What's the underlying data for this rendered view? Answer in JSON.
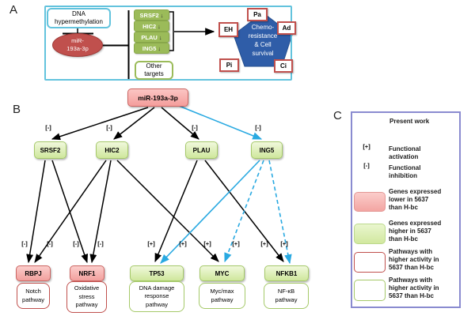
{
  "figure": {
    "panelA": {
      "label": "A",
      "dna_box": {
        "line1": "DNA",
        "line2": "hypermethylation"
      },
      "mirna": {
        "line1": "miR-",
        "line2": "193a-3p"
      },
      "targets": [
        {
          "name": "SRSF2",
          "down_arrow": "↓"
        },
        {
          "name": "HIC2",
          "down_arrow": "↓"
        },
        {
          "name": "PLAU",
          "down_arrow": "↓"
        },
        {
          "name": "ING5",
          "down_arrow": "↓"
        }
      ],
      "other_targets": {
        "line1": "Other",
        "line2": "targets"
      },
      "pentagon": {
        "line1": "Chemo-",
        "line2": "resistance",
        "line3": "&  Cell",
        "line4": "survival"
      },
      "satellites": [
        "Pa",
        "Ad",
        "EH",
        "Pi",
        "Ci"
      ]
    },
    "panelB": {
      "label": "B",
      "mirna": "miR-193a-3p",
      "top_edge_labels": [
        "[-]",
        "[-]",
        "[-]",
        "[-]"
      ],
      "mid_genes": [
        "SRSF2",
        "HIC2",
        "PLAU",
        "ING5"
      ],
      "bottom_edge_labels": [
        "[-]",
        "[-]",
        "[-]",
        "[-]",
        "[+]",
        "[+]",
        "[+]",
        "[+]",
        "[+]",
        "[+]"
      ],
      "bottom_genes": [
        "RBPJ",
        "NRF1",
        "TP53",
        "MYC",
        "NFKB1"
      ],
      "pathways": [
        {
          "line1": "Notch",
          "line2": "pathway"
        },
        {
          "line1": "Oxidative",
          "line2": "stress",
          "line3": "pathway"
        },
        {
          "line1": "DNA damage",
          "line2": "response",
          "line3": "pathway"
        },
        {
          "line1": "Myc/max",
          "line2": "pathway"
        },
        {
          "line1": "NF-κB",
          "line2": "pathway"
        }
      ]
    },
    "panelC": {
      "label": "C",
      "present_work": "Present work",
      "activation": {
        "symbol": "[+]",
        "line1": "Functional",
        "line2": "activation"
      },
      "inhibition": {
        "symbol": "[-]",
        "line1": "Functional",
        "line2": "inhibition"
      },
      "gene_lower": {
        "line1": "Genes expressed",
        "line2": "lower in 5637",
        "line3": "than H-bc"
      },
      "gene_higher": {
        "line1": "Genes expressed",
        "line2": "higher in 5637",
        "line3": "than H-bc"
      },
      "pathway_red": {
        "line1": "Pathways with",
        "line2": "higher activity  in",
        "line3": "5637 than H-bc"
      },
      "pathway_green": {
        "line1": "Pathways with",
        "line2": "higher activity  in",
        "line3": "5637 than H-bc"
      }
    },
    "colors": {
      "gene_down_fill": "#F2A09D",
      "gene_up_fill": "#D9EDA8",
      "red_accent": "#C0504D",
      "olive_accent": "#9BBB59",
      "pentagon_blue": "#2F5DA8",
      "panelA_border_blue": "#63C3DD",
      "bright_blue_arrow": "#29A9E1",
      "steel_blue_arrow": "#4F81BD",
      "legend_border": "#8A8BD0"
    }
  }
}
